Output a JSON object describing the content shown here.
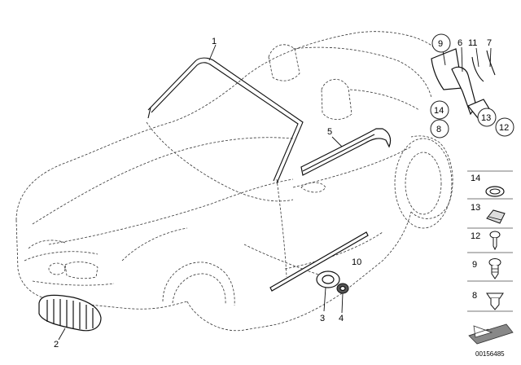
{
  "callouts": {
    "c1": "1",
    "c2": "2",
    "c3": "3",
    "c4": "4",
    "c5": "5",
    "c6": "6",
    "c7": "7",
    "c8": "8",
    "c9": "9",
    "c10": "10",
    "c11": "11",
    "c12": "12",
    "c13": "13",
    "c14": "14"
  },
  "legend": {
    "items": [
      {
        "num": "14",
        "icon": "grommet-ring-icon"
      },
      {
        "num": "13",
        "icon": "spring-clip-icon"
      },
      {
        "num": "12",
        "icon": "screw-icon"
      },
      {
        "num": "9",
        "icon": "expanding-rivet-icon"
      },
      {
        "num": "8",
        "icon": "push-clip-icon"
      }
    ]
  },
  "footer": {
    "diagram_id": "00156485"
  }
}
